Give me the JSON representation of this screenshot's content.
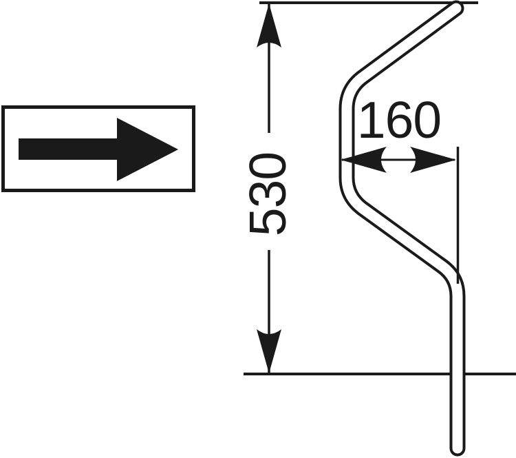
{
  "drawing": {
    "type": "technical-dimension-drawing",
    "subject": "bent tube profile with dimensions",
    "vertical_dimension": "530",
    "horizontal_dimension": "160",
    "colors": {
      "ink": "#1a1a1a",
      "paper": "#ffffff"
    },
    "icons": {
      "direction_arrow": "arrow-right",
      "vertical_dim_arrows": "double-ended-vertical-arrow",
      "horizontal_dim_arrows": "double-ended-horizontal-arrow"
    }
  }
}
